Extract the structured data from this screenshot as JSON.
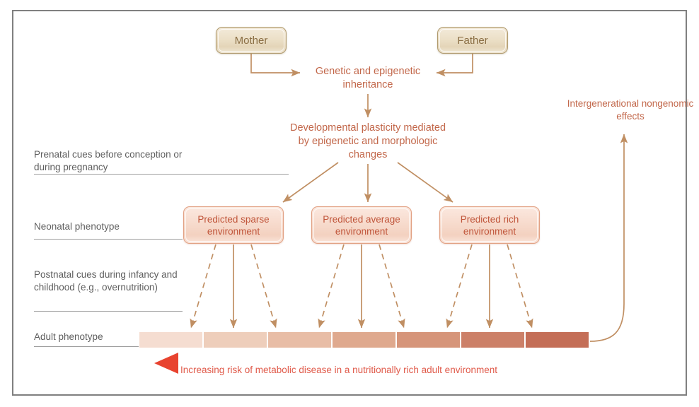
{
  "figure": {
    "frame_border_color": "#808080",
    "background": "#ffffff"
  },
  "parents": {
    "mother": {
      "label": "Mother"
    },
    "father": {
      "label": "Father"
    }
  },
  "flow": {
    "inheritance": "Genetic and epigenetic inheritance",
    "plasticity": "Developmental plasticity mediated by epigenetic and morphologic changes",
    "intergenerational": "Intergenerational nongenomic effects"
  },
  "stages": [
    {
      "key": "prenatal",
      "label": "Prenatal cues before conception or during pregnancy"
    },
    {
      "key": "neonatal",
      "label": "Neonatal phenotype"
    },
    {
      "key": "postnatal",
      "label": "Postnatal cues during infancy and childhood (e.g., overnutrition)"
    },
    {
      "key": "adult",
      "label": "Adult phenotype"
    }
  ],
  "phenotypes": [
    {
      "key": "sparse",
      "label": "Predicted sparse environment"
    },
    {
      "key": "average",
      "label": "Predicted average environment"
    },
    {
      "key": "rich",
      "label": "Predicted rich environment"
    }
  ],
  "risk_scale": {
    "caption": "Increasing risk of metabolic disease in a nutritionally rich adult environment",
    "arrow_direction": "left",
    "arrow_color_start": "#e8432f",
    "arrow_color_end": "#ffffff",
    "segments": [
      {
        "index": 1,
        "color": "#f5ddd1"
      },
      {
        "index": 2,
        "color": "#eecebb"
      },
      {
        "index": 3,
        "color": "#e8bda6"
      },
      {
        "index": 4,
        "color": "#dfa98e"
      },
      {
        "index": 5,
        "color": "#d6957a"
      },
      {
        "index": 6,
        "color": "#cc8068"
      },
      {
        "index": 7,
        "color": "#c46e57"
      }
    ]
  },
  "colors": {
    "orange_text": "#c2674a",
    "stage_text": "#5e5e5e",
    "arrow_stroke": "#c08f63",
    "phenotype_border": "#e2a183",
    "phenotype_text": "#c0553a",
    "parent_border": "#b09a6d",
    "parent_text": "#8a6e44",
    "rule": "#9e9e9e",
    "risk_text": "#e05a4a"
  }
}
